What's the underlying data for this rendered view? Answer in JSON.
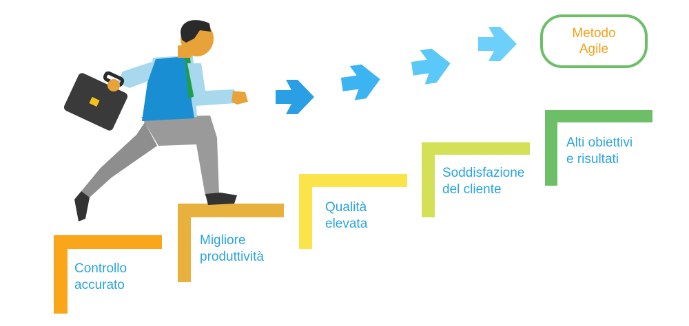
{
  "goal": {
    "line1": "Metodo",
    "line2": "Agile",
    "border_color": "#6dbf67",
    "text_color": "#f5a01a"
  },
  "steps": [
    {
      "line1": "Controllo",
      "line2": "accurato",
      "color": "#f9a61a"
    },
    {
      "line1": "Migliore",
      "line2": "produttività",
      "color": "#e8b03c"
    },
    {
      "line1": "Qualità",
      "line2": "elevata",
      "color": "#fbe44a"
    },
    {
      "line1": "Soddisfazione",
      "line2": "del cliente",
      "color": "#d4e157"
    },
    {
      "line1": "Alti obiettivi",
      "line2": "e risultati",
      "color": "#6dbf67"
    }
  ],
  "arrows": [
    {
      "color": "#2b9fe6"
    },
    {
      "color": "#3db4f2"
    },
    {
      "color": "#5ac8f8"
    },
    {
      "color": "#6dd0fa"
    },
    {
      "color": "#6dd0fa"
    }
  ],
  "label_color": "#29a3df"
}
